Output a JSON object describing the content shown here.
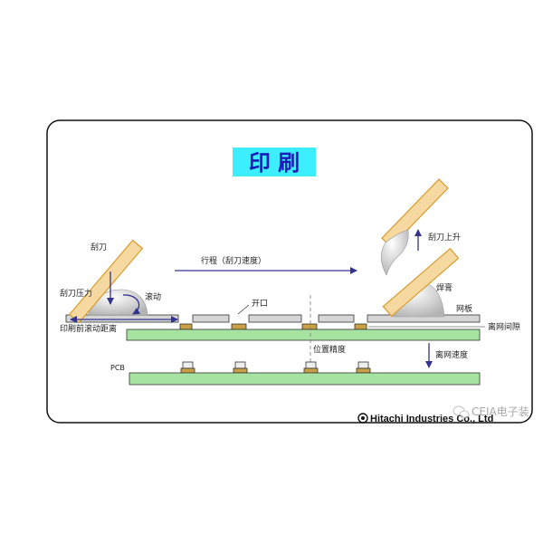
{
  "title": "印 刷",
  "labels": {
    "squeegee": "刮刀",
    "squeegee_pressure": "刮刀压力",
    "rolling": "滚动",
    "prerun_distance": "印刷前滚动距离",
    "stroke": "行程（刮刀速度）",
    "opening": "开口",
    "position_accuracy": "位置精度",
    "squeegee_rise": "刮刀上升",
    "solder_paste": "焊膏",
    "stencil": "网板",
    "snap_off_gap": "离网间隙",
    "separation_speed": "离网速度",
    "pcb": "PCB"
  },
  "footer": {
    "company": "Hitachi Industries Co., Ltd",
    "logo_icon": "hitachi-logo-icon"
  },
  "watermark": {
    "text": "CEIA电子装",
    "icon": "wechat-icon"
  },
  "colors": {
    "title_bg": "#3ceeff",
    "title_text": "#1a1ab8",
    "squeegee_fill": "#f6d9a0",
    "squeegee_edge": "#d89b2b",
    "stencil": "#d6d6d6",
    "pcb": "#a6e3a0",
    "pad": "#c9a043",
    "arrow": "#33338f",
    "component": "#eeeeee"
  }
}
